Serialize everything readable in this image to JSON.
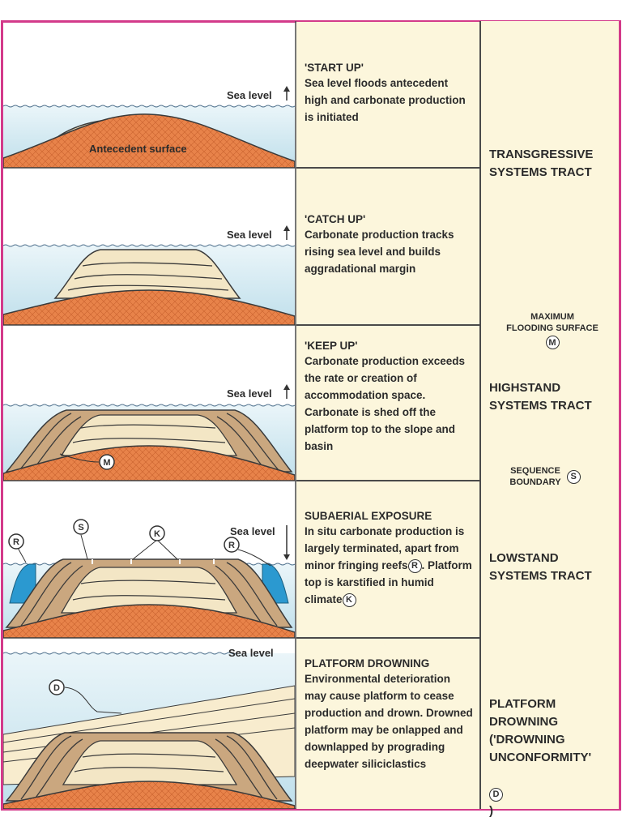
{
  "colors": {
    "border": "#d33a8a",
    "panel_bg": "#fcf6dc",
    "water": "#d5ebf3",
    "basement": "#e8834a",
    "carbonate_dark": "#caa77f",
    "carbonate_light": "#f3e6c5",
    "reef": "#2b99d0"
  },
  "panels": [
    {
      "sea_level_label": "Sea level",
      "arrow": "up-arrow",
      "surface_label": "Antecedent surface",
      "title": "'START UP'",
      "text": "Sea level floods antecedent high and carbonate production is initiated"
    },
    {
      "sea_level_label": "Sea level",
      "arrow": "up-arrow",
      "title": "'CATCH UP'",
      "text": "Carbonate production tracks rising sea level and builds aggradational margin"
    },
    {
      "sea_level_label": "Sea level",
      "arrow": "up-arrow",
      "markers": [
        "M"
      ],
      "title": "'KEEP UP'",
      "text": "Carbonate production exceeds the rate or creation of accommodation space. Carbonate is shed off the platform top to the slope and basin"
    },
    {
      "sea_level_label": "Sea level",
      "arrow": "down-arrow",
      "markers": [
        "R",
        "S",
        "K",
        "R"
      ],
      "title": "SUBAERIAL EXPOSURE",
      "text_a": "In situ carbonate production is largely terminated, apart from minor fringing reefs",
      "marker_a": "R",
      "text_b": ". Platform top is karstified in humid climate",
      "marker_b": "K"
    },
    {
      "sea_level_label": "Sea level",
      "markers": [
        "D"
      ],
      "title": "PLATFORM DROWNING",
      "text": "Environmental deterioration may cause platform to cease production and drown. Drowned platform may be onlapped and downlapped by prograding deepwater siliciclastics"
    }
  ],
  "tracts": {
    "transgressive": "TRANSGRESSIVE\nSYSTEMS TRACT",
    "mfs": "MAXIMUM\nFLOODING SURFACE",
    "mfs_marker": "M",
    "highstand": "HIGHSTAND\nSYSTEMS TRACT",
    "sb": "SEQUENCE\nBOUNDARY",
    "sb_marker": "S",
    "lowstand": "LOWSTAND\nSYSTEMS TRACT",
    "drowning": "PLATFORM\nDROWNING\n('DROWNING\nUNCONFORMITY'",
    "drowning_marker": "D",
    "drowning_close": ")"
  }
}
